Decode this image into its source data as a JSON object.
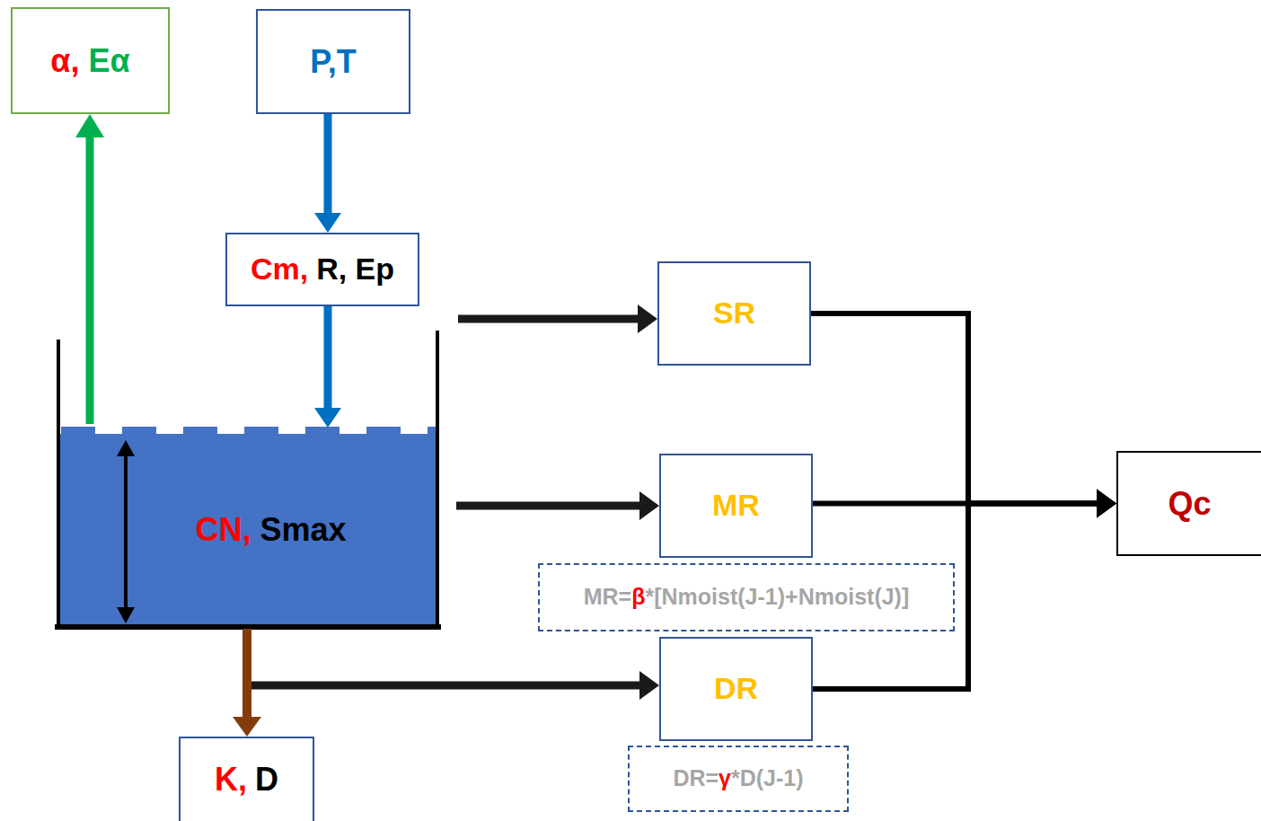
{
  "diagram": {
    "nodes": [
      {
        "text": [
          "α,",
          "Eα"
        ]
      },
      {
        "text": [
          "P,T"
        ]
      },
      {
        "text": [
          "Cm,",
          "R, Ep"
        ]
      },
      {
        "text": [
          "CN,",
          "Smax"
        ]
      },
      {
        "text": [
          "SR"
        ]
      },
      {
        "text": [
          "MR"
        ]
      },
      {
        "text": [
          "MR=",
          "β",
          "*[Nmoist(J-1)+Nmoist(J)]"
        ]
      },
      {
        "text": [
          "DR"
        ]
      },
      {
        "text": [
          "DR=",
          "γ",
          "*D(J-1)"
        ]
      },
      {
        "text": [
          "Qc"
        ]
      },
      {
        "text": [
          "K,",
          "D"
        ]
      }
    ],
    "edges": [
      {
        "from": 3,
        "to": 0,
        "arrow": "to"
      },
      {
        "from": 1,
        "to": 2,
        "arrow": "to"
      },
      {
        "from": 2,
        "to": 3,
        "arrow": "to"
      },
      {
        "from": 3,
        "to": 4,
        "arrow": "to"
      },
      {
        "from": 3,
        "to": 5,
        "arrow": "to"
      },
      {
        "from": 3,
        "to": 10,
        "arrow": "to"
      },
      {
        "from": 3,
        "to": 7,
        "arrow": "to"
      },
      {
        "from": 4,
        "to": 9,
        "arrow": "to"
      },
      {
        "from": 5,
        "to": 9,
        "arrow": "to"
      },
      {
        "from": 7,
        "to": 9,
        "arrow": "to"
      }
    ]
  }
}
